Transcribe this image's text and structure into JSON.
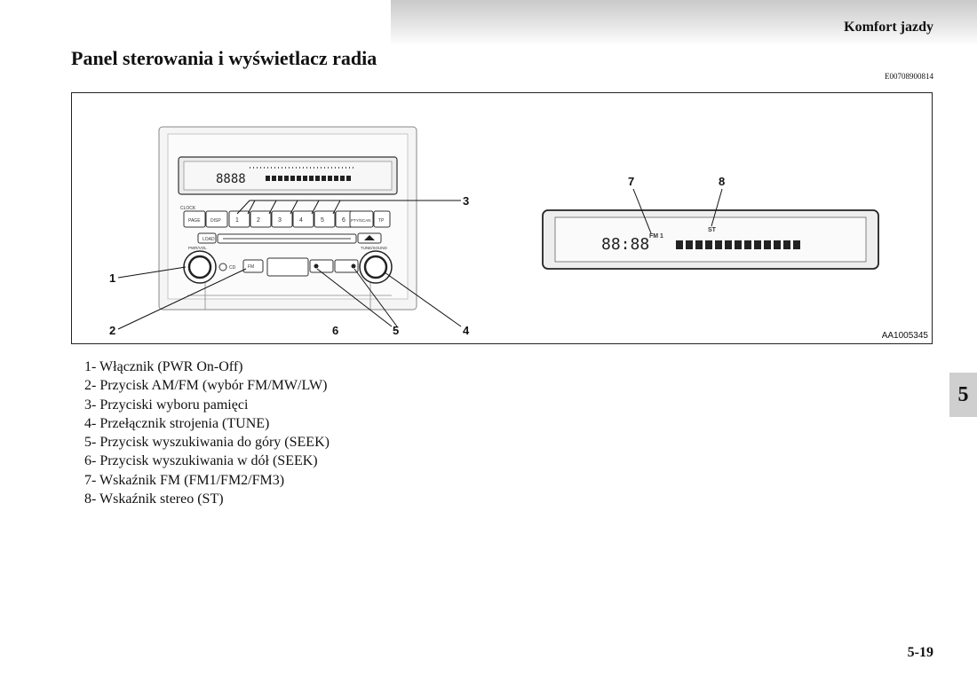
{
  "header": {
    "section": "Komfort jazdy",
    "title": "Panel sterowania i wyświetlacz radia",
    "doc_code": "E00708900814"
  },
  "figure": {
    "code": "AA1005345",
    "callouts": [
      "1",
      "2",
      "3",
      "4",
      "5",
      "6",
      "7",
      "8"
    ],
    "panel_labels": {
      "clock": "CLOCK",
      "page": "PAGE",
      "disp": "DISP",
      "pty_scan": "PTY/SCAN",
      "tp": "TP",
      "load": "LOAD",
      "cd": "CD",
      "fm": "FM",
      "pwr_vol": "PWR/VOL",
      "tune_sound": "TUNE/SOUND",
      "presets": [
        "1",
        "2",
        "3",
        "4",
        "5",
        "6"
      ],
      "display_digits": "8888"
    },
    "zoom_display": {
      "digits": "88:88",
      "fm_indicator": "FM 1",
      "st_indicator": "ST"
    }
  },
  "legend": [
    "1- Włącznik (PWR On-Off)",
    "2- Przycisk AM/FM (wybór FM/MW/LW)",
    "3- Przyciski wyboru pamięci",
    "4- Przełącznik strojenia (TUNE)",
    "5- Przycisk wyszukiwania do góry (SEEK)",
    "6- Przycisk wyszukiwania w dół (SEEK)",
    "7- Wskaźnik FM (FM1/FM2/FM3)",
    "8- Wskaźnik stereo (ST)"
  ],
  "chapter_tab": "5",
  "page_number": "5-19"
}
